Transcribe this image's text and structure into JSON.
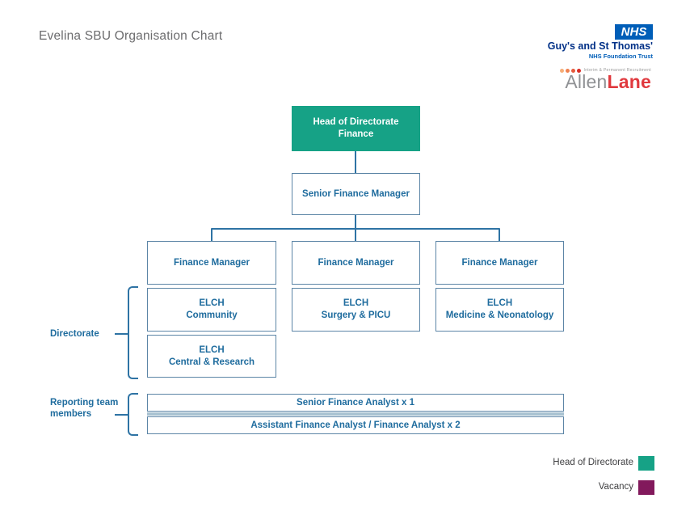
{
  "title": "Evelina SBU Organisation Chart",
  "nhs_logo": {
    "acronym": "NHS",
    "org_name": "Guy's and St Thomas'",
    "foundation": "NHS Foundation Trust"
  },
  "allenlane_logo": {
    "tagline": "Interim & Permanent Recruitment",
    "name_part1": "Allen",
    "name_part2": "Lane"
  },
  "chart": {
    "head_of_directorate": {
      "line1": "Head of Directorate",
      "line2": "Finance"
    },
    "senior_finance_manager": "Senior Finance Manager",
    "finance_managers": [
      "Finance Manager",
      "Finance Manager",
      "Finance Manager"
    ],
    "directorates": [
      {
        "line1": "ELCH",
        "line2": "Community"
      },
      {
        "line1": "ELCH",
        "line2": "Surgery & PICU"
      },
      {
        "line1": "ELCH",
        "line2": "Medicine & Neonatology"
      }
    ],
    "central_research": {
      "line1": "ELCH",
      "line2": "Central & Research"
    },
    "reporting_rows": [
      "Senior Finance Analyst  x 1",
      "Assistant  Finance Analyst  / Finance Analyst  x 2"
    ]
  },
  "side_labels": {
    "directorate": "Directorate",
    "reporting_line1": "Reporting team",
    "reporting_line2": "members"
  },
  "legend": [
    {
      "label": "Head of Directorate",
      "color": "#16A286"
    },
    {
      "label": "Vacancy",
      "color": "#82195C"
    }
  ],
  "colors": {
    "head_fill": "#16A286",
    "node_border": "#5C85A6",
    "node_text": "#1F6C9E",
    "connector": "#2E73A4",
    "nhs_blue": "#005EB8"
  }
}
